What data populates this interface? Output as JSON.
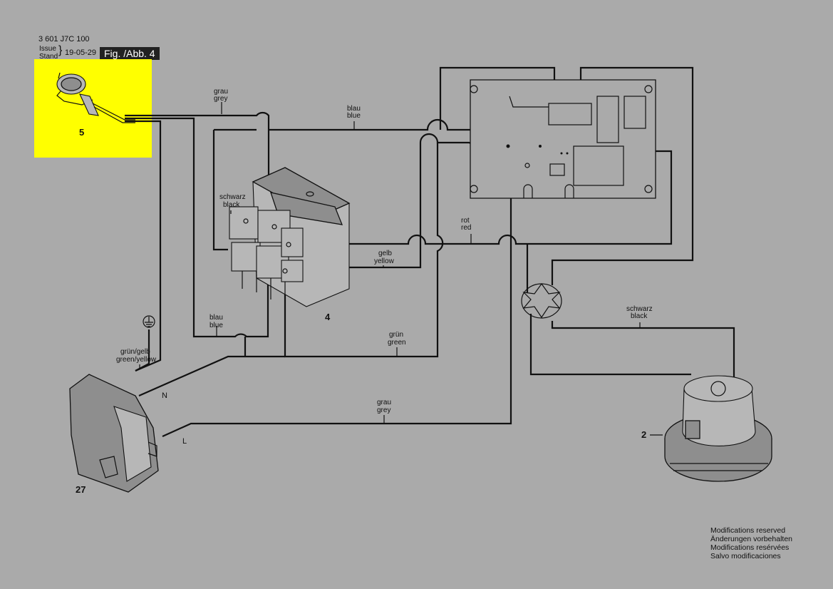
{
  "header": {
    "part_number": "3 601 J7C 100",
    "issue_label": "Issue",
    "stand_label": "Stand",
    "date": "19-05-29",
    "figure": "Fig. /Abb. 4"
  },
  "wire_labels": {
    "grau_top": [
      "grau",
      "grey"
    ],
    "blau_top": [
      "blau",
      "blue"
    ],
    "schwarz_switch": [
      "schwarz",
      "black"
    ],
    "rot": [
      "rot",
      "red"
    ],
    "gelb": [
      "gelb",
      "yellow"
    ],
    "blau_low": [
      "blau",
      "blue"
    ],
    "gruen": [
      "grün",
      "green"
    ],
    "gruen_gelb": [
      "grün/gelb",
      "green/yellow"
    ],
    "grau_low": [
      "grau",
      "grey"
    ],
    "schwarz_motor": [
      "schwarz",
      "black"
    ]
  },
  "phase_labels": {
    "neutral": "N",
    "live": "L"
  },
  "part_numbers": {
    "plug": "5",
    "switch": "4",
    "motor": "2",
    "power_unit": "27"
  },
  "notice": [
    "Modifications reserved",
    "Änderungen vorbehalten",
    "Modifications resérvées",
    "Salvo modificaciones"
  ],
  "colors": {
    "background": "#aaaaaa",
    "highlight": "#ffff00",
    "line": "#111111"
  }
}
